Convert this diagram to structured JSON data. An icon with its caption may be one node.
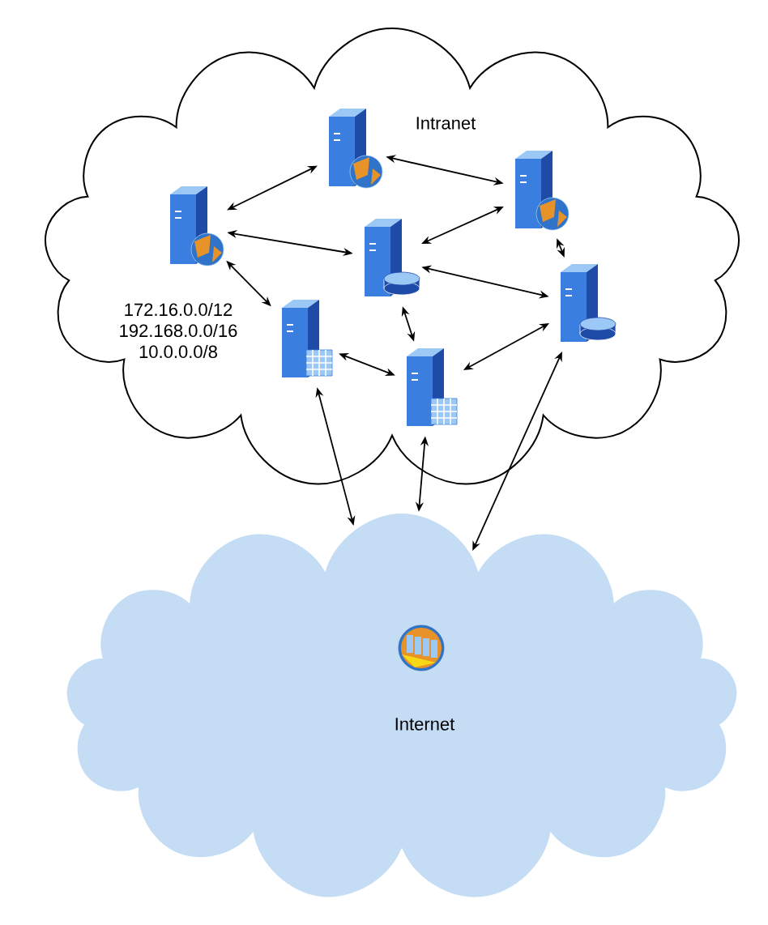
{
  "diagram": {
    "nodes": [
      {
        "text": [
          "Intranet"
        ]
      },
      {
        "text": [],
        "shape": "server",
        "in": 0
      },
      {
        "text": [],
        "shape": "server",
        "in": 0
      },
      {
        "text": [],
        "shape": "server",
        "in": 0
      },
      {
        "text": [],
        "shape": "server",
        "in": 0
      },
      {
        "text": [],
        "shape": "server",
        "in": 0
      },
      {
        "text": [],
        "shape": "server",
        "in": 0
      },
      {
        "text": [],
        "shape": "server",
        "in": 0
      },
      {
        "text": [
          "Internet"
        ]
      }
    ],
    "edges": [
      {
        "from": 3,
        "to": 1,
        "arrow": "both"
      },
      {
        "from": 1,
        "to": 2,
        "arrow": "both"
      },
      {
        "from": 2,
        "to": 4,
        "arrow": "both"
      },
      {
        "from": 3,
        "to": 4,
        "arrow": "both"
      },
      {
        "from": 2,
        "to": 5,
        "arrow": "both"
      },
      {
        "from": 4,
        "to": 5,
        "arrow": "both"
      },
      {
        "from": 4,
        "to": 7,
        "arrow": "both"
      },
      {
        "from": 3,
        "to": 6,
        "arrow": "both"
      },
      {
        "from": 6,
        "to": 7,
        "arrow": "both"
      },
      {
        "from": 7,
        "to": 5,
        "arrow": "both"
      },
      {
        "from": 6,
        "to": 8,
        "arrow": "both"
      },
      {
        "from": 7,
        "to": 8,
        "arrow": "both"
      },
      {
        "from": 5,
        "to": 8,
        "arrow": "both"
      }
    ],
    "labels": [
      "172.16.0.0/12",
      "192.168.0.0/16",
      "10.0.0.0/8"
    ]
  }
}
